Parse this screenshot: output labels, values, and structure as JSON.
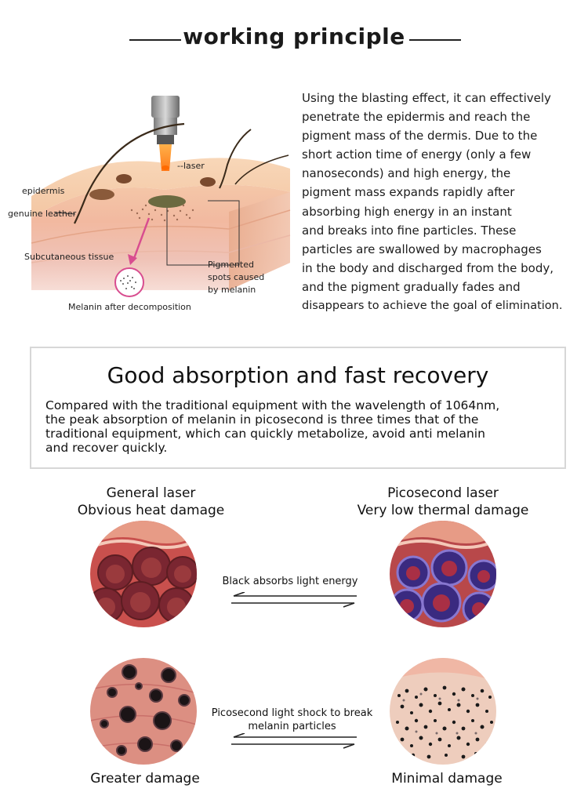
{
  "header": {
    "title": "working principle"
  },
  "diagram": {
    "labels": {
      "laser": "laser",
      "epidermis": "epidermis",
      "genuine_leather": "genuine leather",
      "subcutaneous": "Subcutaneous tissue",
      "pigmented_1": "Pigmented",
      "pigmented_2": "spots caused",
      "pigmented_3": "by melanin",
      "melanin_after": "Melanin after decomposition"
    }
  },
  "principle": {
    "lines": [
      "Using the blasting effect, it can effectively",
      "penetrate the epidermis and reach the",
      "pigment mass of the dermis. Due to the",
      "short action time of energy (only a few",
      "nanoseconds) and high energy, the",
      "pigment mass expands rapidly after",
      "absorbing high energy in an instant",
      "and breaks into fine particles. These",
      "particles are swallowed by macrophages",
      "in the body and discharged from the body,",
      "and the pigment gradually fades and",
      "disappears to achieve the goal of elimination."
    ]
  },
  "absorption": {
    "title": "Good absorption and fast recovery",
    "lines": [
      "Compared with the traditional equipment with the wavelength of 1064nm,",
      "the peak absorption of melanin in picosecond is three times that of the",
      "traditional equipment, which can quickly metabolize, avoid anti melanin",
      "and recover quickly."
    ]
  },
  "comparison": {
    "left_title_1": "General laser",
    "left_title_2": "Obvious heat damage",
    "right_title_1": "Picosecond laser",
    "right_title_2": "Very low thermal damage",
    "mid_top": "Black absorbs light energy",
    "mid_bottom_1": "Picosecond light shock to break",
    "mid_bottom_2": "melanin particles",
    "bottom_left": "Greater damage",
    "bottom_right": "Minimal damage"
  }
}
